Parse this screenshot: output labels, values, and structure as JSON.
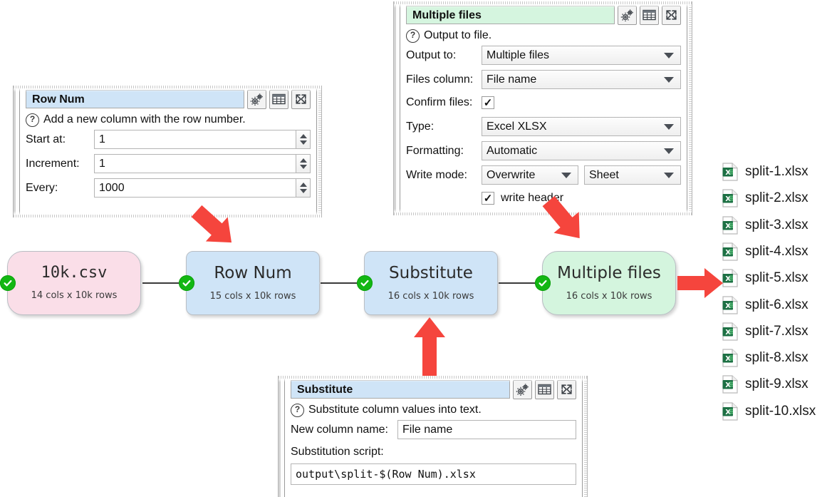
{
  "app": {
    "title": "Easy Data Transform flow"
  },
  "panels": [
    {
      "id": "row-num",
      "title": "Row Num",
      "title_color": "#cfe4f7",
      "hint": "Add a new column with the row number.",
      "header_icons": [
        "gears-icon",
        "table-icon",
        "expand-icon"
      ],
      "fields": [
        {
          "label": "Start at:",
          "value": "1",
          "type": "spinner"
        },
        {
          "label": "Increment:",
          "value": "1",
          "type": "spinner"
        },
        {
          "label": "Every:",
          "value": "1000",
          "type": "spinner"
        }
      ]
    },
    {
      "id": "multiple-files",
      "title": "Multiple files",
      "title_color": "#d5f5df",
      "hint": "Output to file.",
      "header_icons": [
        "gears-icon",
        "table-icon",
        "expand-icon"
      ],
      "fields": [
        {
          "label": "Output to:",
          "value": "Multiple files",
          "type": "combo"
        },
        {
          "label": "Files column:",
          "value": "File name",
          "type": "combo"
        },
        {
          "label": "Confirm files:",
          "value": "✓",
          "type": "checkbox",
          "checked": true
        },
        {
          "label": "Type:",
          "value": "Excel XLSX",
          "type": "combo"
        },
        {
          "label": "Formatting:",
          "value": "Automatic",
          "type": "combo"
        },
        {
          "label": "Write mode:",
          "value": "Overwrite",
          "value2": "Sheet",
          "type": "combo2"
        },
        {
          "label": "",
          "value": "write header",
          "type": "checkbox-labeled",
          "checked": true
        }
      ]
    },
    {
      "id": "substitute",
      "title": "Substitute",
      "title_color": "#cfe4f7",
      "hint": "Substitute column values into text.",
      "header_icons": [
        "gears-icon",
        "table-icon",
        "expand-icon"
      ],
      "fields": [
        {
          "label": "New column name:",
          "value": "File name",
          "type": "text"
        },
        {
          "label": "Substitution script:",
          "value": "",
          "type": "label-only"
        },
        {
          "label": "",
          "value": "output\\split-$(Row Num).xlsx",
          "type": "script"
        }
      ]
    }
  ],
  "flow": {
    "nodes": [
      {
        "name": "10k.csv",
        "sub": "14 cols x 10k rows",
        "color": "#fadee8",
        "status": "ok"
      },
      {
        "name": "Row Num",
        "sub": "15 cols x 10k rows",
        "color": "#cfe4f7",
        "status": "ok"
      },
      {
        "name": "Substitute",
        "sub": "16 cols x 10k rows",
        "color": "#cfe4f7",
        "status": "ok"
      },
      {
        "name": "Multiple files",
        "sub": "16 cols x 10k rows",
        "color": "#d4f5de",
        "status": "ok"
      }
    ]
  },
  "output_files": [
    "split-1.xlsx",
    "split-2.xlsx",
    "split-3.xlsx",
    "split-4.xlsx",
    "split-5.xlsx",
    "split-6.xlsx",
    "split-7.xlsx",
    "split-8.xlsx",
    "split-9.xlsx",
    "split-10.xlsx"
  ],
  "colors": {
    "annotation_arrow": "#f5453d",
    "status_ok": "#13b713",
    "excel_green": "#1d7044",
    "link": "#3b3b3b"
  }
}
